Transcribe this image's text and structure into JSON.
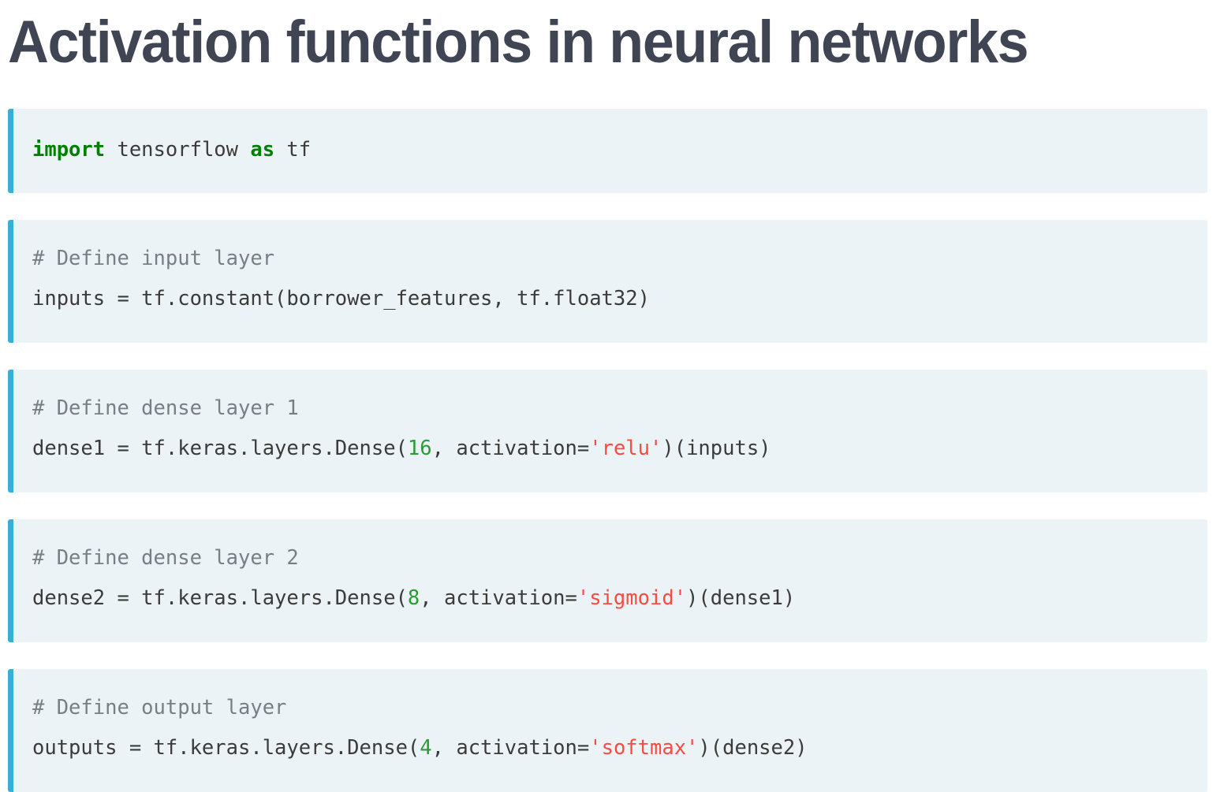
{
  "slide": {
    "title": "Activation functions in neural networks",
    "title_color": "#3f4553",
    "background": "#ffffff"
  },
  "theme": {
    "code_block_bg": "#ecf3f6",
    "code_block_accent": "#3aafd4",
    "code_text": "#3b3b3b",
    "comment_color": "#777f86",
    "keyword_color": "#008000",
    "number_color": "#2b9a37",
    "string_color": "#fb4a41"
  },
  "code_blocks": [
    {
      "id": "import-block",
      "name": "code-block-import",
      "line_count": 1,
      "lines": [
        {
          "name": "code-line-import-tensorflow",
          "tokens": [
            {
              "t": "import",
              "k": "kw"
            },
            {
              "t": " tensorflow ",
              "k": "plain"
            },
            {
              "t": "as",
              "k": "kw"
            },
            {
              "t": " tf",
              "k": "plain"
            }
          ]
        }
      ]
    },
    {
      "id": "input-layer-block",
      "name": "code-block-input-layer",
      "line_count": 2,
      "lines": [
        {
          "name": "code-line-comment-input-layer",
          "tokens": [
            {
              "t": "# Define input layer",
              "k": "comment"
            }
          ]
        },
        {
          "name": "code-line-inputs-constant",
          "tokens": [
            {
              "t": "inputs = tf.constant(borrower_features, tf.float32)",
              "k": "plain"
            }
          ]
        }
      ]
    },
    {
      "id": "dense-layer-1-block",
      "name": "code-block-dense-layer-1",
      "line_count": 2,
      "lines": [
        {
          "name": "code-line-comment-dense-1",
          "tokens": [
            {
              "t": "# Define dense layer 1",
              "k": "comment"
            }
          ]
        },
        {
          "name": "code-line-dense1-assignment",
          "tokens": [
            {
              "t": "dense1 = tf.keras.layers.Dense(",
              "k": "plain"
            },
            {
              "t": "16",
              "k": "num"
            },
            {
              "t": ", activation=",
              "k": "plain"
            },
            {
              "t": "'relu'",
              "k": "str"
            },
            {
              "t": ")(inputs)",
              "k": "plain"
            }
          ]
        }
      ]
    },
    {
      "id": "dense-layer-2-block",
      "name": "code-block-dense-layer-2",
      "line_count": 2,
      "lines": [
        {
          "name": "code-line-comment-dense-2",
          "tokens": [
            {
              "t": "# Define dense layer 2",
              "k": "comment"
            }
          ]
        },
        {
          "name": "code-line-dense2-assignment",
          "tokens": [
            {
              "t": "dense2 = tf.keras.layers.Dense(",
              "k": "plain"
            },
            {
              "t": "8",
              "k": "num"
            },
            {
              "t": ", activation=",
              "k": "plain"
            },
            {
              "t": "'sigmoid'",
              "k": "str"
            },
            {
              "t": ")(dense1)",
              "k": "plain"
            }
          ]
        }
      ]
    },
    {
      "id": "output-layer-block",
      "name": "code-block-output-layer",
      "line_count": 2,
      "lines": [
        {
          "name": "code-line-comment-output-layer",
          "tokens": [
            {
              "t": "# Define output layer",
              "k": "comment"
            }
          ]
        },
        {
          "name": "code-line-outputs-assignment",
          "tokens": [
            {
              "t": "outputs = tf.keras.layers.Dense(",
              "k": "plain"
            },
            {
              "t": "4",
              "k": "num"
            },
            {
              "t": ", activation=",
              "k": "plain"
            },
            {
              "t": "'softmax'",
              "k": "str"
            },
            {
              "t": ")(dense2)",
              "k": "plain"
            }
          ]
        }
      ]
    }
  ]
}
